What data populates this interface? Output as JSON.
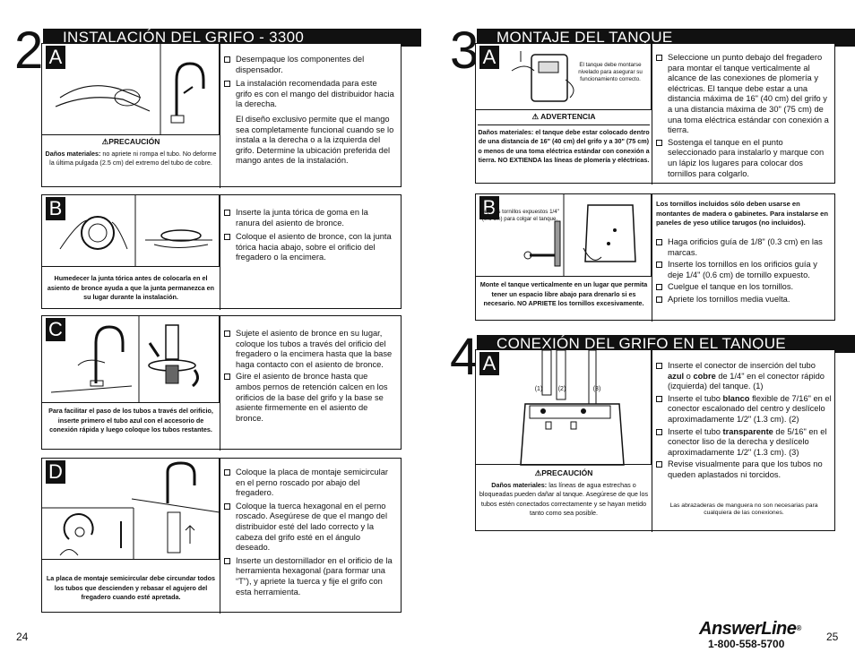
{
  "left_page": {
    "page_number": "24",
    "step2": {
      "number": "2",
      "title": "INSTALACIÓN DEL GRIFO - 3300",
      "A": {
        "letter": "A",
        "items": [
          "Desempaque los componentes del dispensador.",
          "La instalación recomendada para este grifo es con el mango del distribuidor hacia la derecha.",
          "El diseño exclusivo permite que el mango sea completamente funcional cuando se lo instala a la derecha o a la izquierda del grifo. Determine la ubicación preferida del mango antes de la instalación."
        ],
        "warning_title": "PRECAUCIÓN",
        "warning_label": "Daños materiales:",
        "warning_text": "no apriete ni rompa el tubo. No deforme la última pulgada (2.5 cm) del extremo del tubo de cobre."
      },
      "B": {
        "letter": "B",
        "items": [
          "Inserte la junta tórica de goma en la ranura del asiento de bronce.",
          "Coloque el asiento de bronce, con la junta tórica hacia abajo, sobre el orificio del fregadero o la encimera."
        ],
        "caption": "Humedecer la junta tórica antes de colocarla en el asiento de bronce ayuda a que la junta permanezca en su lugar durante la instalación."
      },
      "C": {
        "letter": "C",
        "items": [
          "Sujete el asiento de bronce en su lugar, coloque los tubos a través del orificio del fregadero o la encimera hasta que la base haga contacto con el asiento de bronce.",
          "Gire el asiento de bronce hasta que ambos pernos de retención calcen en los orificios de la base del grifo y la base se asiente firmemente en el asiento de bronce."
        ],
        "caption": "Para facilitar el paso de los tubos a través del orificio, inserte primero el tubo azul con el accesorio de conexión rápida y luego coloque los tubos restantes."
      },
      "D": {
        "letter": "D",
        "items": [
          "Coloque la placa de montaje semicircular en el perno roscado por abajo del fregadero.",
          "Coloque la tuerca hexagonal en el perno roscado. Asegúrese de que el mango del distribuidor esté del lado correcto y la cabeza del grifo esté en el ángulo deseado.",
          "Inserte un destornillador en el orificio de la herramienta hexagonal (para formar una “T”), y apriete la tuerca y fije el grifo con esta herramienta."
        ],
        "caption": "La placa de montaje semicircular debe circundar todos los tubos que descienden y rebasar el agujero del fregadero cuando esté apretada."
      }
    }
  },
  "right_page": {
    "page_number": "25",
    "step3": {
      "number": "3",
      "title": "MONTAJE DEL TANQUE",
      "A": {
        "letter": "A",
        "pic_note": "El tanque debe montarse nivelado para asegurar su funcionamiento correcto.",
        "warning_title": "ADVERTENCIA",
        "warning_label": "Daños materiales:",
        "warning_text": "el tanque debe estar colocado dentro de una distancia de 16\" (40 cm) del grifo y a 30\" (75 cm) o menos de una toma eléctrica estándar con conexión a tierra. NO EXTIENDA las líneas de plomería y eléctricas.",
        "items": [
          "Seleccione un punto debajo del fregadero para montar el tanque verticalmente al alcance de las conexiones de plomería y eléctricas. El tanque debe estar a una distancia máxima de 16\" (40 cm) del grifo y a una distancia máxima de 30\" (75 cm) de una toma eléctrica estándar con conexión a tierra.",
          "Sostenga el tanque en el punto seleccionado para instalarlo y marque con un lápiz los lugares para colocar dos tornillos para colgarlo."
        ]
      },
      "B": {
        "letter": "B",
        "pic_note": "Deje los tornillos expuestos 1/4\" (0.6 cm) para colgar el tanque.",
        "caption": "Monte el tanque verticalmente en un lugar que permita tener un espacio libre abajo para drenarlo si es necesario. NO APRIETE los tornillos excesivamente.",
        "note": "Los tornillos incluidos sólo deben usarse en montantes de madera o gabinetes. Para instalarse en paneles de yeso utilice tarugos (no incluidos).",
        "items": [
          "Haga orificios guía de 1/8\" (0.3 cm) en las marcas.",
          "Inserte los tornillos en los orificios guía y deje 1/4\" (0.6 cm) de tornillo expuesto.",
          "Cuelgue el tanque en los tornillos.",
          "Apriete los tornillos media vuelta."
        ]
      }
    },
    "step4": {
      "number": "4",
      "title": "CONEXIÓN DEL GRIFO EN EL TANQUE",
      "A": {
        "letter": "A",
        "tube_labels": [
          "(1)",
          "(2)",
          "(3)"
        ],
        "warning_title": "PRECAUCIÓN",
        "warning_label": "Daños materiales:",
        "warning_text": "las líneas de agua estrechas o bloqueadas pueden dañar al tanque. Asegúrese de que los tubos estén conectados correctamente y se hayan metido tanto como sea posible.",
        "item1_pre": "Inserte el conector de inserción del tubo ",
        "item1_blue": "azul",
        "item1_mid": " o ",
        "item1_copper": "cobre",
        "item1_post": " de 1/4\" en el conector rápido (izquierda) del tanque. (1)",
        "item2_pre": "Inserte el tubo ",
        "item2_bold": "blanco",
        "item2_post": " flexible de 7/16\" en el conector escalonado del centro y deslícelo aproximadamente 1/2\" (1.3 cm). (2)",
        "item3_pre": "Inserte el tubo ",
        "item3_bold": "transparente",
        "item3_post": " de 5/16\" en el conector liso de la derecha y deslícelo aproximadamente 1/2\" (1.3 cm). (3)",
        "item4": "Revise visualmente para que los tubos no queden aplastados ni torcidos.",
        "note": "Las abrazaderas de manguera no son necesarias para cualquiera de las conexiones."
      }
    },
    "brand": {
      "name": "AnswerLine",
      "reg": "®",
      "phone": "1-800-558-5700"
    }
  }
}
